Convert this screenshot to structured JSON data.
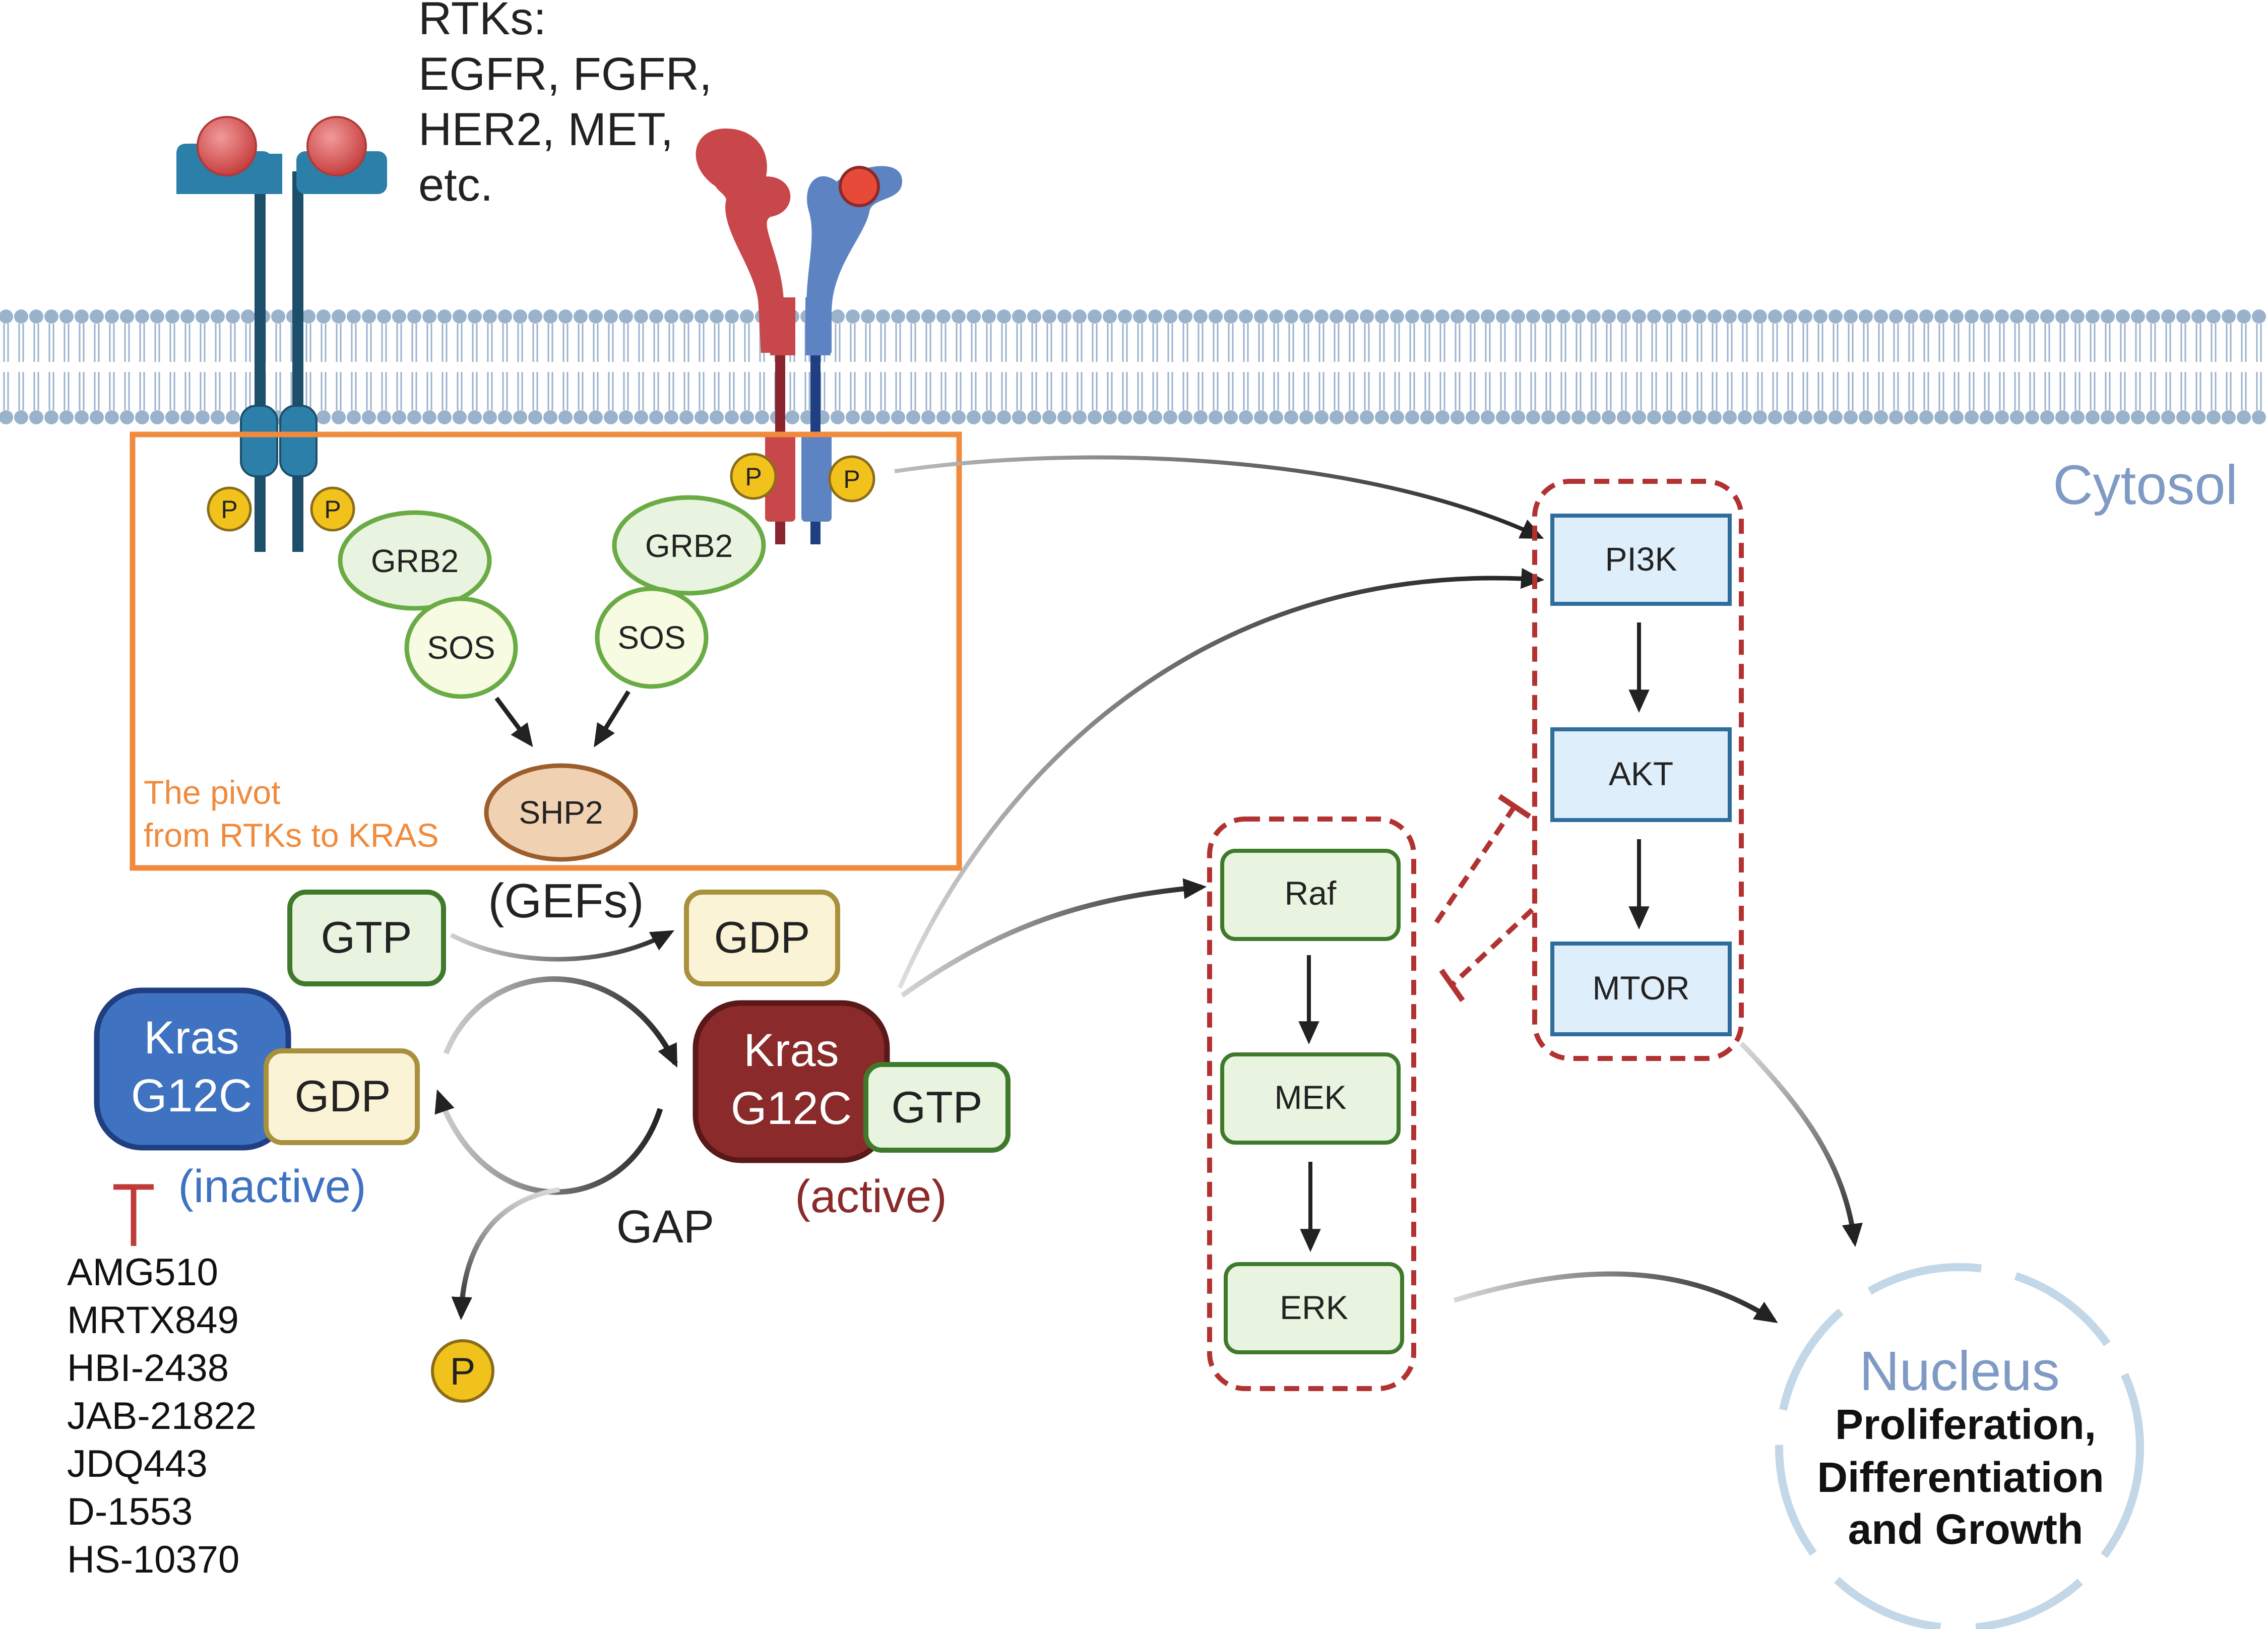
{
  "rtk": {
    "title": "RTKs:",
    "line1": "EGFR, FGFR,",
    "line2": "HER2, MET,",
    "line3": "etc."
  },
  "compartments": {
    "cytosol": "Cytosol",
    "nucleus": "Nucleus"
  },
  "adaptors": {
    "grb2_left": "GRB2",
    "sos_left": "SOS",
    "grb2_right": "GRB2",
    "sos_right": "SOS",
    "shp2": "SHP2",
    "phospho": "P"
  },
  "pivot": {
    "line1": "The pivot",
    "line2": "from RTKs to KRAS"
  },
  "kras_cycle": {
    "gtp_top": "GTP",
    "gefs": "(GEFs)",
    "gdp_top": "GDP",
    "kras_inactive_line1": "Kras",
    "kras_inactive_line2": "G12C",
    "gdp_bound": "GDP",
    "inactive_label": "(inactive)",
    "kras_active_line1": "Kras",
    "kras_active_line2": "G12C",
    "gtp_bound": "GTP",
    "active_label": "(active)",
    "gap": "GAP",
    "phosphate": "P"
  },
  "inhibitors": [
    "AMG510",
    "MRTX849",
    "HBI-2438",
    "JAB-21822",
    "JDQ443",
    "D-1553",
    "HS-10370"
  ],
  "mapk": {
    "raf": "Raf",
    "mek": "MEK",
    "erk": "ERK"
  },
  "pi3k_pathway": {
    "pi3k": "PI3K",
    "akt": "AKT",
    "mtor": "MTOR"
  },
  "nucleus_outcome": {
    "line1": "Proliferation,",
    "line2": "Differentiation",
    "line3": "and Growth"
  },
  "colors": {
    "membrane": "#9bb2cc",
    "receptor_teal": "#2b7fa8",
    "receptor_dark": "#1d4f6a",
    "ligand": "#d95252",
    "rtk_red": "#c8474b",
    "rtk_blue": "#5e83c3",
    "phospho_fill": "#f2c21c",
    "green_border": "#6aab45",
    "green_fill": "#e8f4df",
    "pivot_orange": "#f08a3c",
    "shp2_fill": "#f0d2b2",
    "kras_inactive": "#3f72c0",
    "kras_active": "#8a2a2a",
    "gdp_fill": "#fbf3d5",
    "gdp_border": "#a8903d",
    "inhibit_red": "#c03a3a",
    "pi3k_fill": "#deeefb",
    "pi3k_border": "#2f6e9c",
    "nucleus_text": "#7f9ac4",
    "arrow": "#222222"
  }
}
